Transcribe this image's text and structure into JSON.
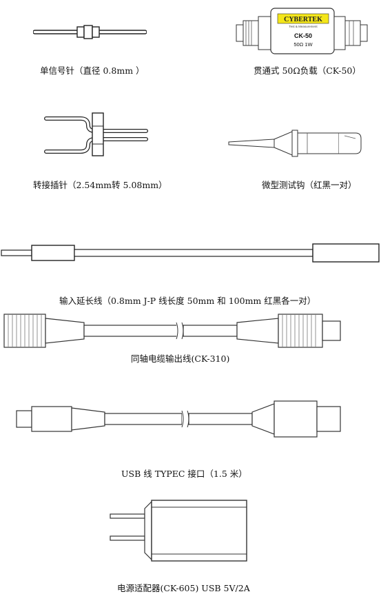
{
  "items": [
    {
      "caption": "单信号针（直径 0.8mm ）"
    },
    {
      "caption": "贯通式 50Ω负载（CK-50）"
    },
    {
      "caption": "转接插针（2.54mm转 5.08mm）"
    },
    {
      "caption": "微型测试钩（红黑一对）"
    },
    {
      "caption": "输入延长线（0.8mm J-P  线长度 50mm 和 100mm    红黑各一对）"
    },
    {
      "caption": "同轴电缆输出线(CK-310)"
    },
    {
      "caption": "USB 线 TYPEC 接口（1.5 米）"
    },
    {
      "caption": "电源适配器(CK-605) USB 5V/2A"
    }
  ],
  "load_label": {
    "brand": "CYBERTEK",
    "tagline": "Test & Measurement",
    "model": "CK-50",
    "spec": "50Ω 1W"
  },
  "colors": {
    "label_yellow": "#f4e61a",
    "line": "#222222"
  }
}
